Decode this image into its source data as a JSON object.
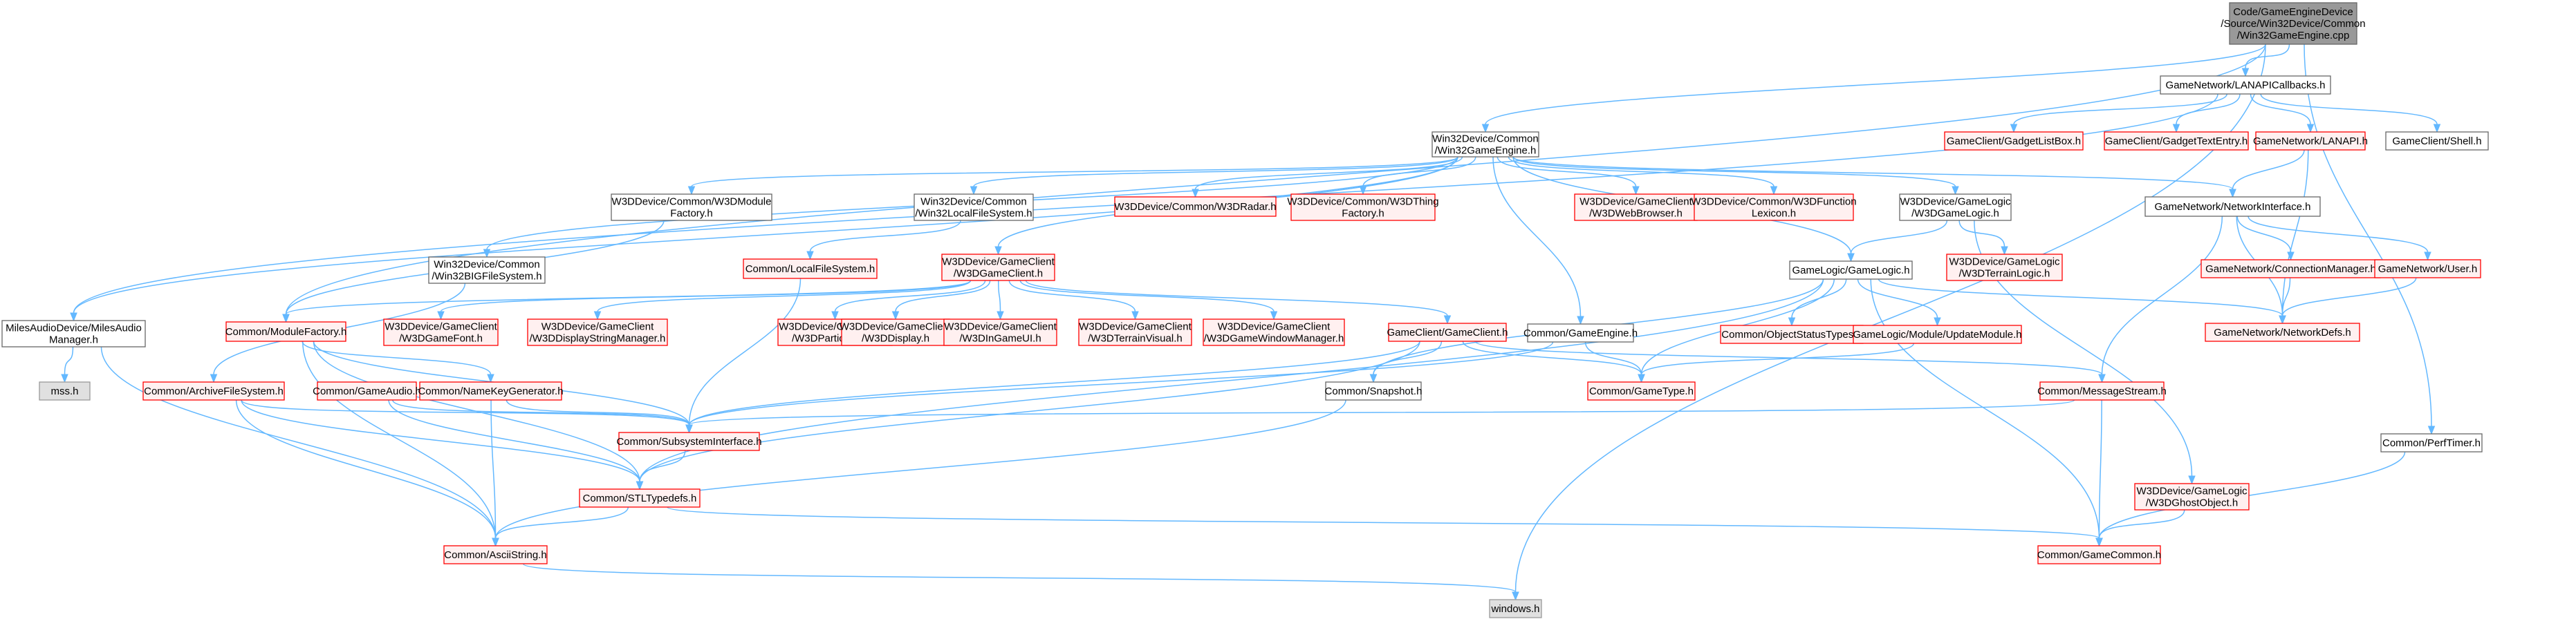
{
  "colors": {
    "edge": "#63b8ff",
    "normal_fill": "#ffffff",
    "normal_stroke": "#666666",
    "missing_fill": "#fff0f0",
    "missing_stroke": "#ff0000",
    "root_fill": "#999999",
    "root_stroke": "#666666",
    "external_fill": "#e0e0e0",
    "external_stroke": "#999999"
  },
  "nodes": [
    {
      "id": "root",
      "lines": [
        "Code/GameEngineDevice",
        "/Source/Win32Device/Common",
        "/Win32GameEngine.cpp"
      ],
      "kind": "root"
    },
    {
      "id": "lanapi_cb",
      "lines": [
        "GameNetwork/LANAPICallbacks.h"
      ],
      "kind": "normal"
    },
    {
      "id": "w32ge",
      "lines": [
        "Win32Device/Common",
        "/Win32GameEngine.h"
      ],
      "kind": "normal"
    },
    {
      "id": "gadget_listbox",
      "lines": [
        "GameClient/GadgetListBox.h"
      ],
      "kind": "missing"
    },
    {
      "id": "gadget_text",
      "lines": [
        "GameClient/GadgetTextEntry.h"
      ],
      "kind": "missing"
    },
    {
      "id": "lanapi",
      "lines": [
        "GameNetwork/LANAPI.h"
      ],
      "kind": "missing"
    },
    {
      "id": "shell",
      "lines": [
        "GameClient/Shell.h"
      ],
      "kind": "normal"
    },
    {
      "id": "w3dmodfac",
      "lines": [
        "W3DDevice/Common/W3DModule",
        "Factory.h"
      ],
      "kind": "normal"
    },
    {
      "id": "w32lfs",
      "lines": [
        "Win32Device/Common",
        "/Win32LocalFileSystem.h"
      ],
      "kind": "normal"
    },
    {
      "id": "w3dradar",
      "lines": [
        "W3DDevice/Common/W3DRadar.h"
      ],
      "kind": "missing"
    },
    {
      "id": "w3dthing",
      "lines": [
        "W3DDevice/Common/W3DThing",
        "Factory.h"
      ],
      "kind": "missing"
    },
    {
      "id": "w3dweb",
      "lines": [
        "W3DDevice/GameClient",
        "/W3DWebBrowser.h"
      ],
      "kind": "missing"
    },
    {
      "id": "w3dfunc",
      "lines": [
        "W3DDevice/Common/W3DFunction",
        "Lexicon.h"
      ],
      "kind": "missing"
    },
    {
      "id": "w3dgamelogic",
      "lines": [
        "W3DDevice/GameLogic",
        "/W3DGameLogic.h"
      ],
      "kind": "normal"
    },
    {
      "id": "netif",
      "lines": [
        "GameNetwork/NetworkInterface.h"
      ],
      "kind": "normal"
    },
    {
      "id": "w32big",
      "lines": [
        "Win32Device/Common",
        "/Win32BIGFileSystem.h"
      ],
      "kind": "normal"
    },
    {
      "id": "lfs",
      "lines": [
        "Common/LocalFileSystem.h"
      ],
      "kind": "missing"
    },
    {
      "id": "w3dgameclient",
      "lines": [
        "W3DDevice/GameClient",
        "/W3DGameClient.h"
      ],
      "kind": "missing"
    },
    {
      "id": "gamelogic",
      "lines": [
        "GameLogic/GameLogic.h"
      ],
      "kind": "normal"
    },
    {
      "id": "w3dterrainlogic",
      "lines": [
        "W3DDevice/GameLogic",
        "/W3DTerrainLogic.h"
      ],
      "kind": "missing"
    },
    {
      "id": "connmgr",
      "lines": [
        "GameNetwork/ConnectionManager.h"
      ],
      "kind": "missing"
    },
    {
      "id": "netuser",
      "lines": [
        "GameNetwork/User.h"
      ],
      "kind": "missing"
    },
    {
      "id": "milesaudio",
      "lines": [
        "MilesAudioDevice/MilesAudio",
        "Manager.h"
      ],
      "kind": "normal"
    },
    {
      "id": "modfac",
      "lines": [
        "Common/ModuleFactory.h"
      ],
      "kind": "missing"
    },
    {
      "id": "w3dfont",
      "lines": [
        "W3DDevice/GameClient",
        "/W3DGameFont.h"
      ],
      "kind": "missing"
    },
    {
      "id": "w3ddsm",
      "lines": [
        "W3DDevice/GameClient",
        "/W3DDisplayStringManager.h"
      ],
      "kind": "missing"
    },
    {
      "id": "w3dparticle",
      "lines": [
        "W3DDevice/GameClient",
        "/W3DParticleSys.h"
      ],
      "kind": "missing"
    },
    {
      "id": "w3ddisplay",
      "lines": [
        "W3DDevice/GameClient",
        "/W3DDisplay.h"
      ],
      "kind": "missing"
    },
    {
      "id": "w3dinui",
      "lines": [
        "W3DDevice/GameClient",
        "/W3DInGameUI.h"
      ],
      "kind": "missing"
    },
    {
      "id": "w3dterrainvis",
      "lines": [
        "W3DDevice/GameClient",
        "/W3DTerrainVisual.h"
      ],
      "kind": "missing"
    },
    {
      "id": "w3dwinmgr",
      "lines": [
        "W3DDevice/GameClient",
        "/W3DGameWindowManager.h"
      ],
      "kind": "missing"
    },
    {
      "id": "gameclient",
      "lines": [
        "GameClient/GameClient.h"
      ],
      "kind": "missing"
    },
    {
      "id": "gameengine",
      "lines": [
        "Common/GameEngine.h"
      ],
      "kind": "normal"
    },
    {
      "id": "objstatus",
      "lines": [
        "Common/ObjectStatusTypes.h"
      ],
      "kind": "missing"
    },
    {
      "id": "updatemod",
      "lines": [
        "GameLogic/Module/UpdateModule.h"
      ],
      "kind": "missing"
    },
    {
      "id": "netdefs",
      "lines": [
        "GameNetwork/NetworkDefs.h"
      ],
      "kind": "missing"
    },
    {
      "id": "mss",
      "lines": [
        "mss.h"
      ],
      "kind": "external"
    },
    {
      "id": "archivefs",
      "lines": [
        "Common/ArchiveFileSystem.h"
      ],
      "kind": "missing"
    },
    {
      "id": "gameaudio",
      "lines": [
        "Common/GameAudio.h"
      ],
      "kind": "missing"
    },
    {
      "id": "namekey",
      "lines": [
        "Common/NameKeyGenerator.h"
      ],
      "kind": "missing"
    },
    {
      "id": "snapshot",
      "lines": [
        "Common/Snapshot.h"
      ],
      "kind": "normal"
    },
    {
      "id": "gametype",
      "lines": [
        "Common/GameType.h"
      ],
      "kind": "missing"
    },
    {
      "id": "msgstream",
      "lines": [
        "Common/MessageStream.h"
      ],
      "kind": "missing"
    },
    {
      "id": "perftimer",
      "lines": [
        "Common/PerfTimer.h"
      ],
      "kind": "normal"
    },
    {
      "id": "subsys",
      "lines": [
        "Common/SubsystemInterface.h"
      ],
      "kind": "missing"
    },
    {
      "id": "stltypedefs",
      "lines": [
        "Common/STLTypedefs.h"
      ],
      "kind": "missing"
    },
    {
      "id": "ghostobj",
      "lines": [
        "W3DDevice/GameLogic",
        "/W3DGhostObject.h"
      ],
      "kind": "missing"
    },
    {
      "id": "asciistring",
      "lines": [
        "Common/AsciiString.h"
      ],
      "kind": "missing"
    },
    {
      "id": "gamecommon",
      "lines": [
        "Common/GameCommon.h"
      ],
      "kind": "missing"
    },
    {
      "id": "windows",
      "lines": [
        "windows.h"
      ],
      "kind": "external"
    }
  ],
  "edges": [
    [
      "root",
      "lanapi_cb"
    ],
    [
      "root",
      "w32ge"
    ],
    [
      "root",
      "perftimer"
    ],
    [
      "root",
      "windows"
    ],
    [
      "root",
      "modfac"
    ],
    [
      "lanapi_cb",
      "gadget_listbox"
    ],
    [
      "lanapi_cb",
      "gadget_text"
    ],
    [
      "lanapi_cb",
      "lanapi"
    ],
    [
      "lanapi_cb",
      "shell"
    ],
    [
      "lanapi_cb",
      "milesaudio"
    ],
    [
      "lanapi",
      "netif"
    ],
    [
      "lanapi",
      "netdefs"
    ],
    [
      "w32ge",
      "w3dmodfac"
    ],
    [
      "w32ge",
      "w32lfs"
    ],
    [
      "w32ge",
      "w3dradar"
    ],
    [
      "w32ge",
      "w3dthing"
    ],
    [
      "w32ge",
      "w3dweb"
    ],
    [
      "w32ge",
      "w3dfunc"
    ],
    [
      "w32ge",
      "w3dgamelogic"
    ],
    [
      "w32ge",
      "netif"
    ],
    [
      "w32ge",
      "w32big"
    ],
    [
      "w32ge",
      "w3dgameclient"
    ],
    [
      "w32ge",
      "gamelogic"
    ],
    [
      "w32ge",
      "gameengine"
    ],
    [
      "w32ge",
      "milesaudio"
    ],
    [
      "w3dmodfac",
      "modfac"
    ],
    [
      "w32lfs",
      "lfs"
    ],
    [
      "lfs",
      "subsys"
    ],
    [
      "w32big",
      "archivefs"
    ],
    [
      "w3dgamelogic",
      "gamelogic"
    ],
    [
      "w3dgamelogic",
      "w3dterrainlogic"
    ],
    [
      "w3dgamelogic",
      "ghostobj"
    ],
    [
      "netif",
      "connmgr"
    ],
    [
      "netif",
      "netuser"
    ],
    [
      "netif",
      "netdefs"
    ],
    [
      "netif",
      "msgstream"
    ],
    [
      "connmgr",
      "netdefs"
    ],
    [
      "netuser",
      "netdefs"
    ],
    [
      "w3dgameclient",
      "w3dfont"
    ],
    [
      "w3dgameclient",
      "w3ddsm"
    ],
    [
      "w3dgameclient",
      "w3dparticle"
    ],
    [
      "w3dgameclient",
      "w3ddisplay"
    ],
    [
      "w3dgameclient",
      "w3dinui"
    ],
    [
      "w3dgameclient",
      "w3dterrainvis"
    ],
    [
      "w3dgameclient",
      "w3dwinmgr"
    ],
    [
      "w3dgameclient",
      "gameclient"
    ],
    [
      "w3dgameclient",
      "modfac"
    ],
    [
      "gamelogic",
      "objstatus"
    ],
    [
      "gamelogic",
      "updatemod"
    ],
    [
      "gamelogic",
      "netdefs"
    ],
    [
      "gamelogic",
      "snapshot"
    ],
    [
      "gamelogic",
      "gametype"
    ],
    [
      "gamelogic",
      "stltypedefs"
    ],
    [
      "gamelogic",
      "gamecommon"
    ],
    [
      "updatemod",
      "gametype"
    ],
    [
      "gameclient",
      "snapshot"
    ],
    [
      "gameclient",
      "gametype"
    ],
    [
      "gameclient",
      "msgstream"
    ],
    [
      "gameclient",
      "subsys"
    ],
    [
      "gameclient",
      "stltypedefs"
    ],
    [
      "gameengine",
      "gametype"
    ],
    [
      "gameengine",
      "subsys"
    ],
    [
      "milesaudio",
      "mss"
    ],
    [
      "milesaudio",
      "asciistring"
    ],
    [
      "modfac",
      "namekey"
    ],
    [
      "modfac",
      "subsys"
    ],
    [
      "modfac",
      "asciistring"
    ],
    [
      "modfac",
      "stltypedefs"
    ],
    [
      "archivefs",
      "subsys"
    ],
    [
      "archivefs",
      "asciistring"
    ],
    [
      "archivefs",
      "stltypedefs"
    ],
    [
      "gameaudio",
      "subsys"
    ],
    [
      "gameaudio",
      "stltypedefs"
    ],
    [
      "namekey",
      "subsys"
    ],
    [
      "namekey",
      "asciistring"
    ],
    [
      "snapshot",
      "asciistring"
    ],
    [
      "msgstream",
      "subsys"
    ],
    [
      "msgstream",
      "gamecommon"
    ],
    [
      "subsys",
      "stltypedefs"
    ],
    [
      "stltypedefs",
      "asciistring"
    ],
    [
      "stltypedefs",
      "gamecommon"
    ],
    [
      "ghostobj",
      "gamecommon"
    ],
    [
      "perftimer",
      "gamecommon"
    ],
    [
      "asciistring",
      "windows"
    ]
  ]
}
